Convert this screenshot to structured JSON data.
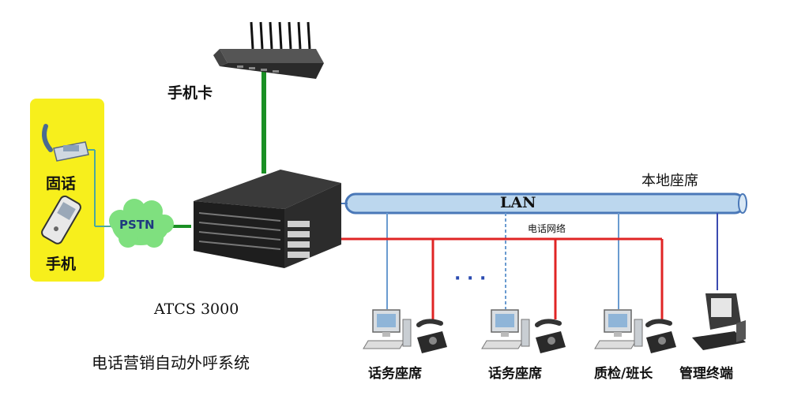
{
  "labels": {
    "sim_card": "手机卡",
    "landline": "固话",
    "mobile": "手机",
    "pstn": "PSTN",
    "lan": "LAN",
    "local_seats": "本地座席",
    "phone_network": "电话网络",
    "ellipsis": "· · ·",
    "model": "ATCS 3000",
    "system_name": "电话营销自动外呼系统",
    "seat_1": "话务座席",
    "seat_2": "话务座席",
    "quality_supervisor": "质检/班长",
    "management_terminal": "管理终端"
  },
  "colors": {
    "lan_bus": "#bcd7ee",
    "lan_outline": "#4a78b8",
    "phone_line": "#e02424",
    "gsm_link": "#1a8f24",
    "pstn_cloud": "#7fe07f",
    "panel": "#f7ef1c"
  },
  "icons": [
    "gsm-gateway-icon",
    "server-chassis-icon",
    "landline-phone-icon",
    "mobile-phone-icon",
    "pc-workstation-icon",
    "desk-phone-icon",
    "terminal-computer-icon"
  ]
}
